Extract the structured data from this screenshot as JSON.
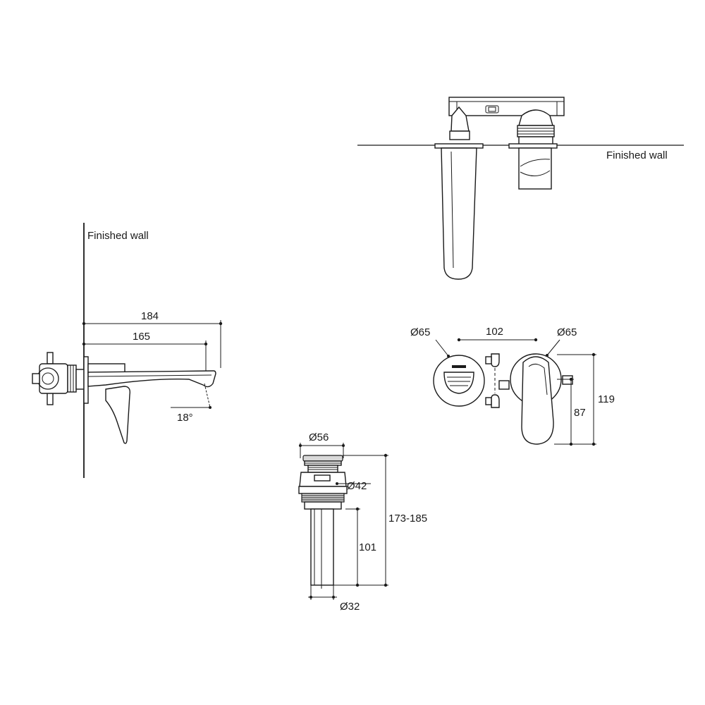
{
  "labels": {
    "finished_wall_top": "Finished wall",
    "finished_wall_side": "Finished wall"
  },
  "side_view": {
    "dim_184": "184",
    "dim_165": "165",
    "angle": "18°"
  },
  "front_view": {
    "dia_left": "Ø65",
    "dim_102": "102",
    "dia_right": "Ø65",
    "dim_119": "119",
    "dim_87": "87"
  },
  "waste": {
    "dia_56": "Ø56",
    "dia_42": "Ø42",
    "dim_173_185": "173-185",
    "dim_101": "101",
    "dia_32": "Ø32"
  }
}
